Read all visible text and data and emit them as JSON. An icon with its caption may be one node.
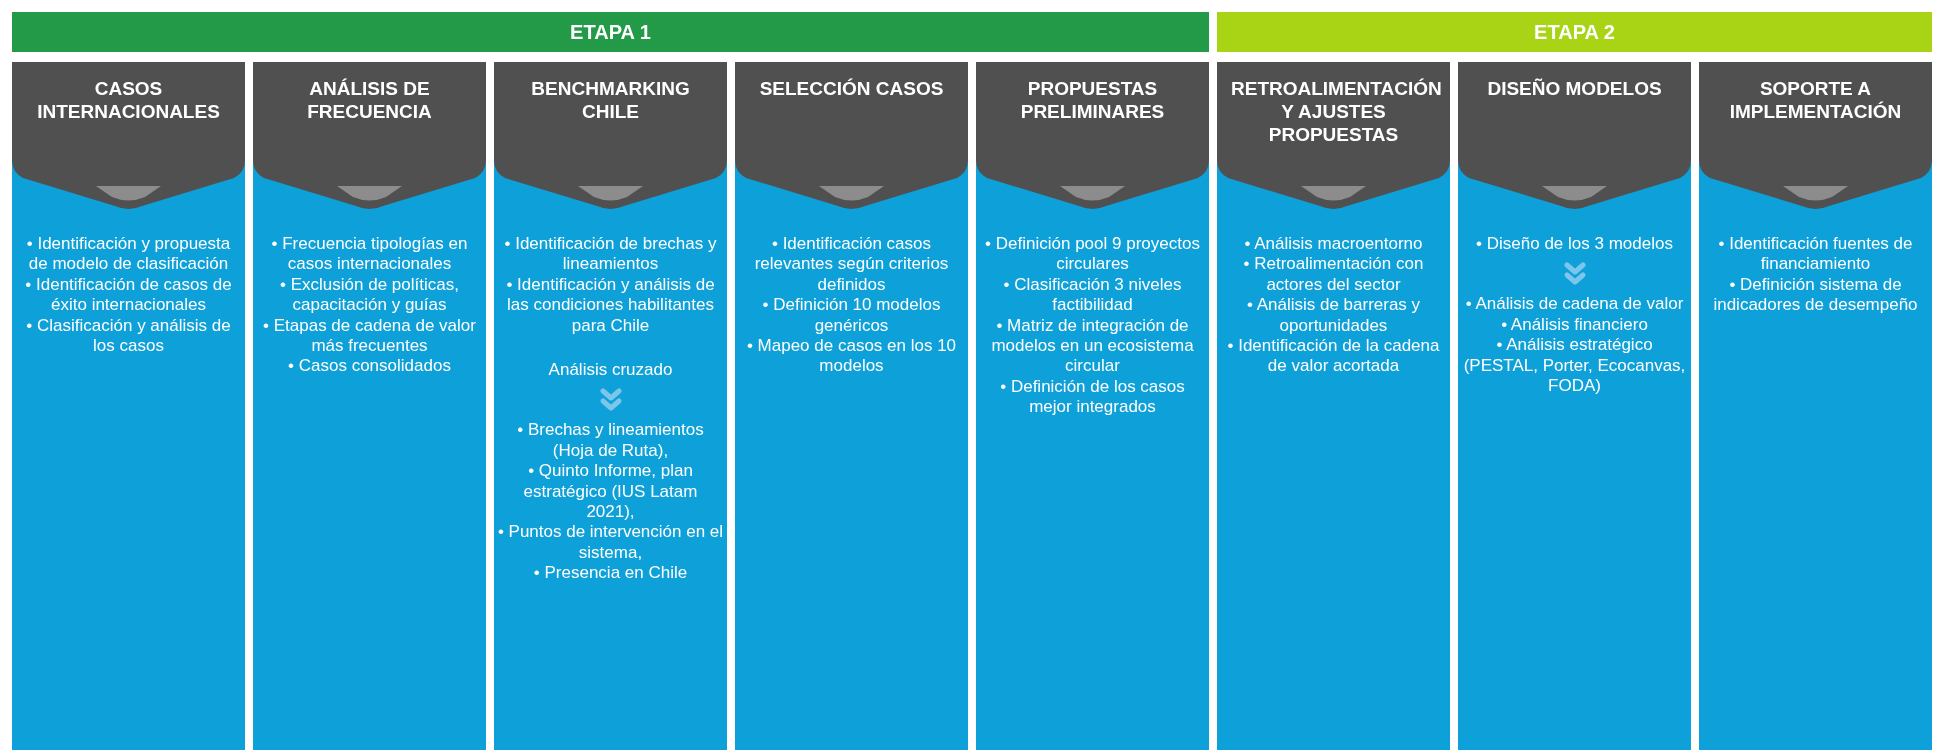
{
  "diagram": {
    "nodes": [
      {
        "text": [
          "ETAPA 1"
        ]
      },
      {
        "text": [
          "ETAPA 2"
        ]
      },
      {
        "text": [
          "CASOS INTERNACIONALES",
          "• Identificación y propuesta de modelo de clasificación",
          "• Identificación de casos de éxito internacionales",
          "• Clasificación y análisis de los casos"
        ]
      },
      {
        "text": [
          "ANÁLISIS DE FRECUENCIA",
          "• Frecuencia tipologías en casos internacionales",
          "• Exclusión de políticas, capacitación y guías",
          "• Etapas de cadena de valor más frecuentes",
          "• Casos consolidados"
        ]
      },
      {
        "text": [
          "BENCHMARKING CHILE",
          "• Identificación de brechas y lineamientos",
          "• Identificación y análisis de las condiciones habilitantes para Chile",
          "Análisis cruzado",
          "• Brechas y lineamientos (Hoja de Ruta),",
          "• Quinto Informe, plan estratégico (IUS Latam 2021),",
          "• Puntos de intervención en el sistema,",
          "• Presencia en Chile"
        ]
      },
      {
        "text": [
          "SELECCIÓN CASOS",
          "• Identificación casos relevantes según criterios definidos",
          "• Definición 10 modelos genéricos",
          "• Mapeo de casos en los 10 modelos"
        ]
      },
      {
        "text": [
          "PROPUESTAS PRELIMINARES",
          "• Definición pool 9 proyectos circulares",
          "• Clasificación 3 niveles factibilidad",
          "• Matriz de integración de modelos en un ecosistema circular",
          "• Definición de los casos mejor integrados"
        ]
      },
      {
        "text": [
          "RETROALIMENTACIÓN Y AJUSTES PROPUESTAS",
          "• Análisis macroentorno",
          "• Retroalimentación con actores del sector",
          "• Análisis de barreras y oportunidades",
          "• Identificación de la cadena de valor acortada"
        ]
      },
      {
        "text": [
          "DISEÑO MODELOS",
          "• Diseño de los 3 modelos",
          "• Análisis de cadena de valor",
          "• Análisis financiero",
          "• Análisis estratégico (PESTAL, Porter, Ecocanvas, FODA)"
        ]
      },
      {
        "text": [
          "SOPORTE A IMPLEMENTACIÓN",
          "• Identificación fuentes de financiamiento",
          "• Definición sistema de indicadores de desempeño"
        ]
      }
    ]
  }
}
